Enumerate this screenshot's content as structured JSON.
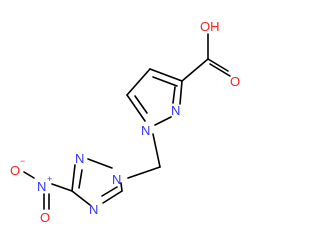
{
  "molecule": {
    "atoms": {
      "carboxyl_oh": "OH",
      "carbonyl_o": "O",
      "pyrazole_n1": "N",
      "pyrazole_n2": "N",
      "triazole_n1": "N",
      "triazole_n2": "N",
      "triazole_n4": "N",
      "nitro_n": "N",
      "nitro_n_charge": "+",
      "nitro_o_minus": "O",
      "nitro_o_minus_charge": "−",
      "nitro_o": "O"
    },
    "colors": {
      "bond": "#000000",
      "nitrogen": "#3333ff",
      "oxygen": "#ff2020"
    }
  }
}
